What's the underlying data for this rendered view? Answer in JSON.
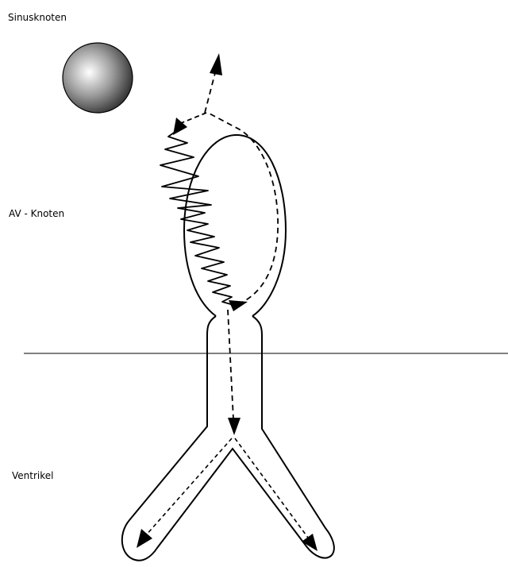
{
  "labels": {
    "sinus_node": "Sinusknoten",
    "av_node": "AV - Knoten",
    "ventricle": "Ventrikel"
  },
  "colors": {
    "stroke": "#000000",
    "background": "#ffffff",
    "sphere_highlight": "#ffffff",
    "sphere_mid": "#9a9a9a",
    "sphere_dark": "#3a3a3a"
  }
}
